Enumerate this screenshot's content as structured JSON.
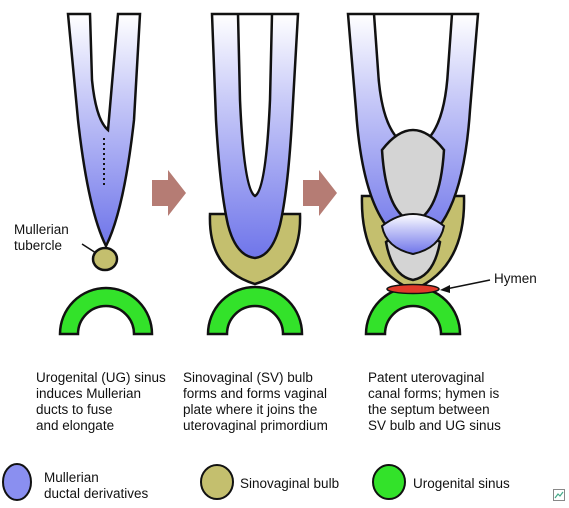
{
  "labels": {
    "mullerian_tubercle": "Mullerian\ntubercle",
    "hymen": "Hymen"
  },
  "captions": [
    "Urogenital (UG) sinus\ninduces Mullerian\nducts to fuse\nand elongate",
    "Sinovaginal (SV) bulb\nforms and forms vaginal\nplate where it joins the\nuterovaginal primordium",
    "Patent uterovaginal\ncanal forms; hymen is\nthe septum between\nSV bulb and UG sinus"
  ],
  "legend": [
    {
      "label": "Mullerian\nductal derivatives",
      "color": "#8a8ff0"
    },
    {
      "label": "Sinovaginal bulb",
      "color": "#c4bf6e"
    },
    {
      "label": "Urogenital sinus",
      "color": "#33e22a"
    }
  ],
  "colors": {
    "mullerian": "#8a8ff0",
    "sinovaginal": "#c4bf6e",
    "urogenital": "#33e22a",
    "hymen": "#e03a2a",
    "arrow": "#b57c74",
    "canal": "#d4d4d4"
  }
}
